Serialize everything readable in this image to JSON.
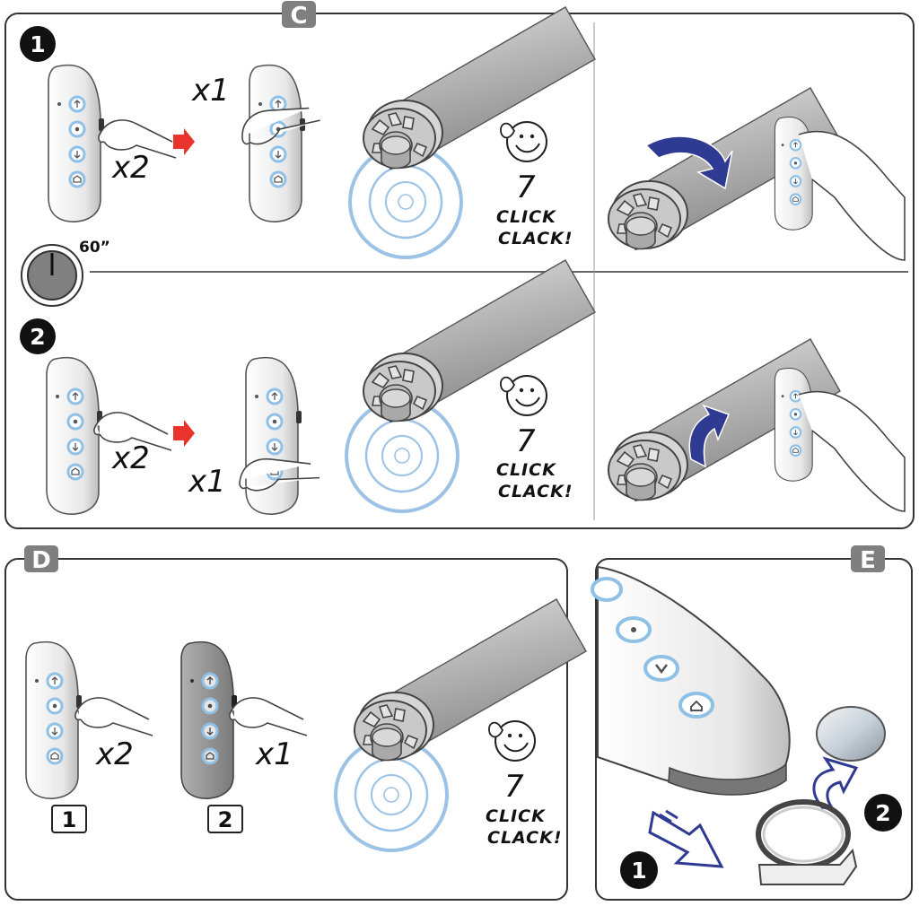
{
  "panels": {
    "c": {
      "letter": "C"
    },
    "d": {
      "letter": "D"
    },
    "e": {
      "letter": "E"
    }
  },
  "steps": {
    "one": "1",
    "two": "2"
  },
  "timer": {
    "label": "60”"
  },
  "multipliers": {
    "x2": "x2",
    "x1": "x1"
  },
  "sound": {
    "number": "7",
    "line1": "CLICK",
    "line2": "CLACK!"
  },
  "remote_boxes": {
    "first": "1",
    "second": "2"
  },
  "colors": {
    "panel_badge": "#7f7f7f",
    "arrow_red": "#e8342a",
    "ring_blue": "#9cc3e6",
    "arrow_navy": "#2f3b93",
    "remote_button": "#8fc0e6"
  }
}
